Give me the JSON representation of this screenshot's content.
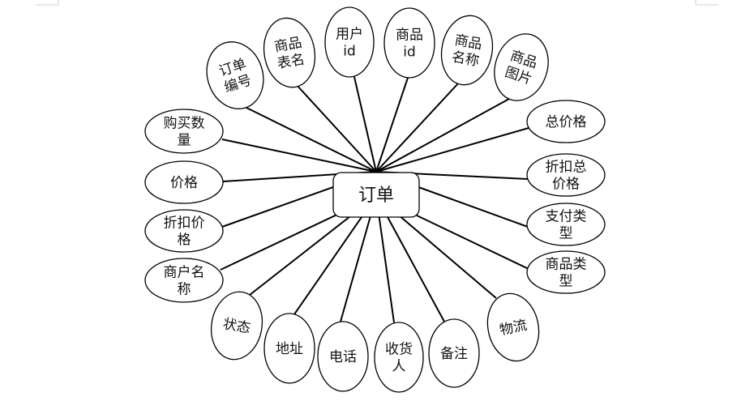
{
  "entity": {
    "label": "订单"
  },
  "attributes": [
    {
      "lines": [
        "订单",
        "编号"
      ]
    },
    {
      "lines": [
        "商品",
        "表名"
      ]
    },
    {
      "lines": [
        "用户",
        "id"
      ]
    },
    {
      "lines": [
        "商品",
        "id"
      ]
    },
    {
      "lines": [
        "商品",
        "名称"
      ]
    },
    {
      "lines": [
        "商品",
        "图片"
      ]
    },
    {
      "lines": [
        "总价格"
      ]
    },
    {
      "lines": [
        "折扣总",
        "价格"
      ]
    },
    {
      "lines": [
        "支付类",
        "型"
      ]
    },
    {
      "lines": [
        "商品类",
        "型"
      ]
    },
    {
      "lines": [
        "物流"
      ]
    },
    {
      "lines": [
        "备注"
      ]
    },
    {
      "lines": [
        "收货",
        "人"
      ]
    },
    {
      "lines": [
        "电话"
      ]
    },
    {
      "lines": [
        "地址"
      ]
    },
    {
      "lines": [
        "状态"
      ]
    },
    {
      "lines": [
        "商户名",
        "称"
      ]
    },
    {
      "lines": [
        "折扣价",
        "格"
      ]
    },
    {
      "lines": [
        "价格"
      ]
    },
    {
      "lines": [
        "购买数",
        "量"
      ]
    }
  ]
}
